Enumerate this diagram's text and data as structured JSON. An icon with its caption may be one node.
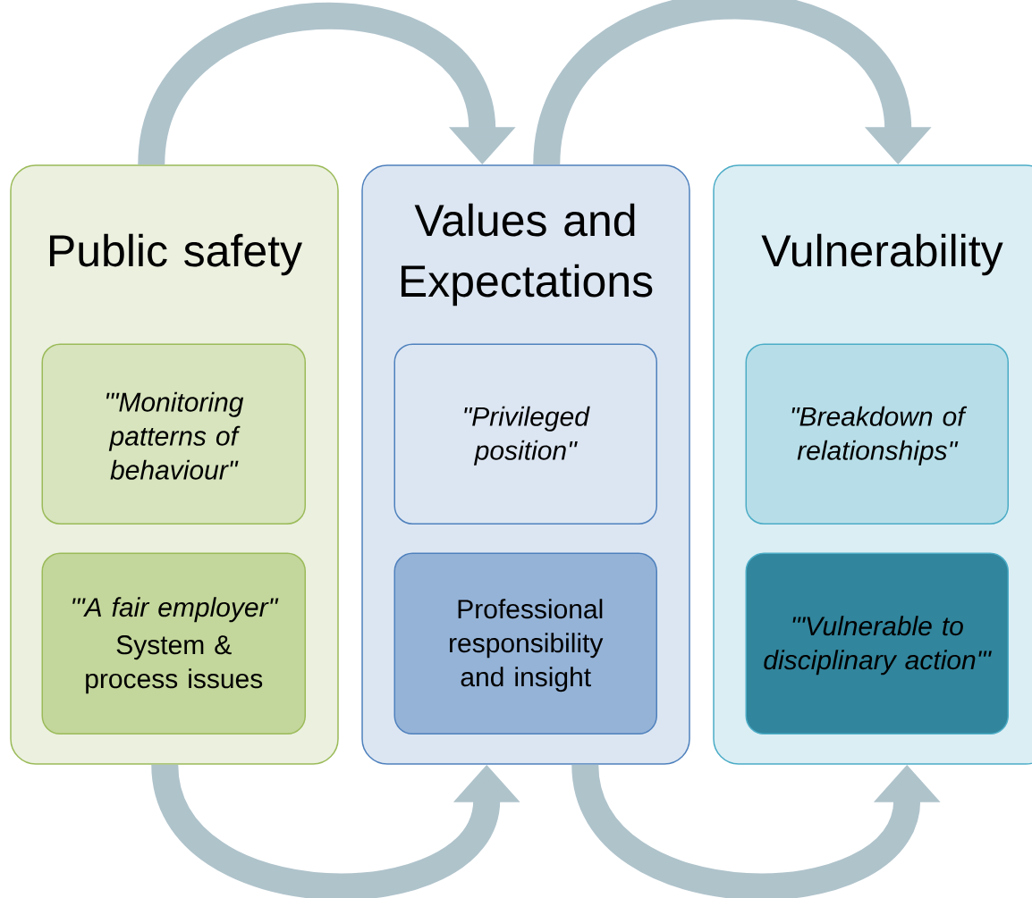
{
  "diagram": {
    "nodes": [
      {
        "text": [
          "Public safety"
        ]
      },
      {
        "text": [
          "'\"Monitoring patterns of behaviour\""
        ],
        "in": 0
      },
      {
        "text": [
          "'\"A fair employer\"",
          "System & process issues"
        ],
        "in": 0
      },
      {
        "text": [
          "Values and Expectations"
        ]
      },
      {
        "text": [
          "\"Privileged position\""
        ],
        "in": 3
      },
      {
        "text": [
          "Professional responsibility and insight"
        ],
        "in": 3
      },
      {
        "text": [
          "Vulnerability"
        ]
      },
      {
        "text": [
          "\"Breakdown of relationships\""
        ],
        "in": 6
      },
      {
        "text": [
          "'\"Vulnerable to disciplinary action\"'"
        ],
        "in": 6
      }
    ],
    "edges": [
      {
        "from": 0,
        "to": 3,
        "arrow": "to"
      },
      {
        "from": 3,
        "to": 6,
        "arrow": "to"
      },
      {
        "from": 0,
        "to": 3,
        "arrow": "to"
      },
      {
        "from": 3,
        "to": 6,
        "arrow": "to"
      }
    ]
  }
}
